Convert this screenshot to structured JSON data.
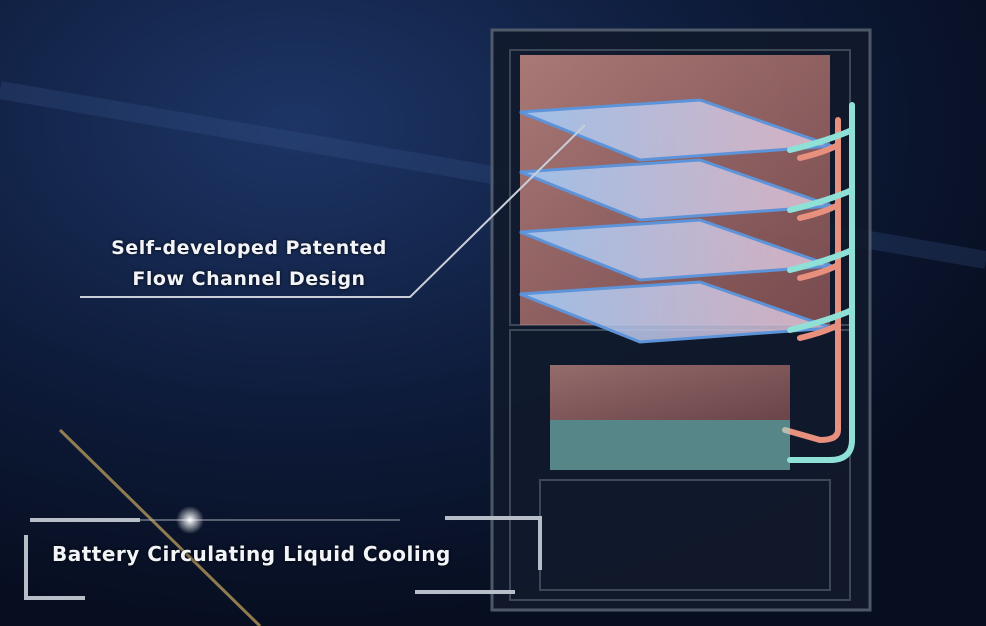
{
  "callout": {
    "line1": "Self-developed Patented",
    "line2": "Flow Channel Design"
  },
  "caption": "Battery Circulating Liquid Cooling",
  "colors": {
    "background": "#0b1630",
    "hot": "#e8907e",
    "cool": "#8fe0d6",
    "plate": "#6fa8e8"
  }
}
